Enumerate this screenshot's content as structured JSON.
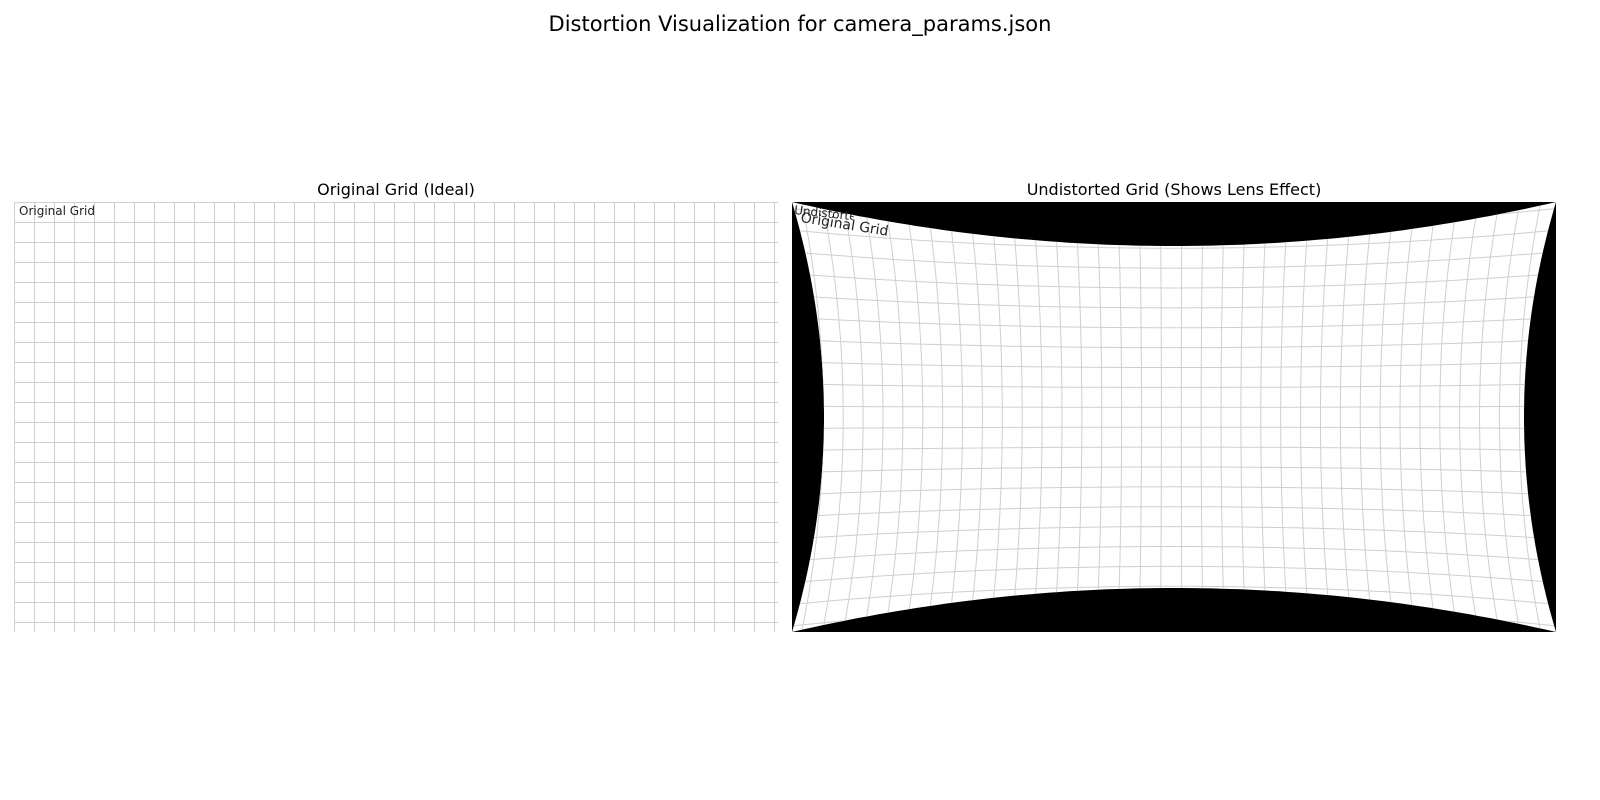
{
  "figure": {
    "title": "Distortion Visualization for camera_params.json"
  },
  "panels": {
    "left": {
      "title": "Original Grid (Ideal)",
      "overlay_text": "Original Grid"
    },
    "right": {
      "title": "Undistorted Grid (Shows Lens Effect)",
      "overlay_text_main": "Original Grid",
      "overlay_text_secondary": "Undistorted"
    }
  },
  "colors": {
    "grid": "#cfcfcf",
    "background": "#ffffff",
    "border": "#000000"
  }
}
